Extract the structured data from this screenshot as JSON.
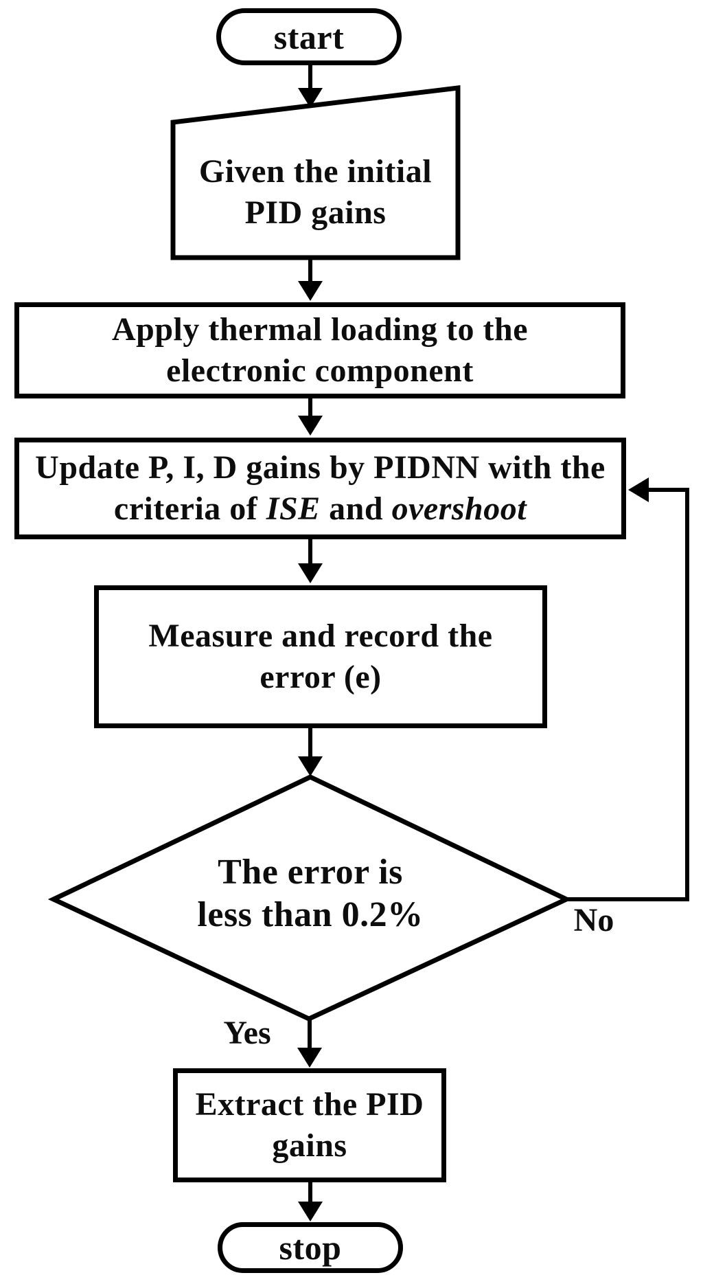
{
  "flowchart": {
    "background_color": "#ffffff",
    "line_color": "#000000",
    "text_color": "#0d0d0d",
    "nodes": {
      "start": {
        "type": "terminator",
        "label": "start"
      },
      "input": {
        "type": "manual-input",
        "line1": "Given the initial",
        "line2": "PID gains"
      },
      "apply": {
        "type": "process",
        "line1": "Apply thermal loading to the",
        "line2": "electronic component"
      },
      "update": {
        "type": "process",
        "line1": "Update P, I, D gains by PIDNN with the",
        "line2_pre": "criteria of ",
        "line2_italic1": "ISE",
        "line2_mid": " and ",
        "line2_italic2": "overshoot"
      },
      "measure": {
        "type": "process",
        "line1": "Measure and record the",
        "line2": "error (e)"
      },
      "decision": {
        "type": "decision",
        "line1": "The error is",
        "line2": "less than 0.2%"
      },
      "extract": {
        "type": "process",
        "line1": "Extract the PID",
        "line2": "gains"
      },
      "stop": {
        "type": "terminator",
        "label": "stop"
      }
    },
    "edges": {
      "no_label": "No",
      "yes_label": "Yes"
    }
  }
}
